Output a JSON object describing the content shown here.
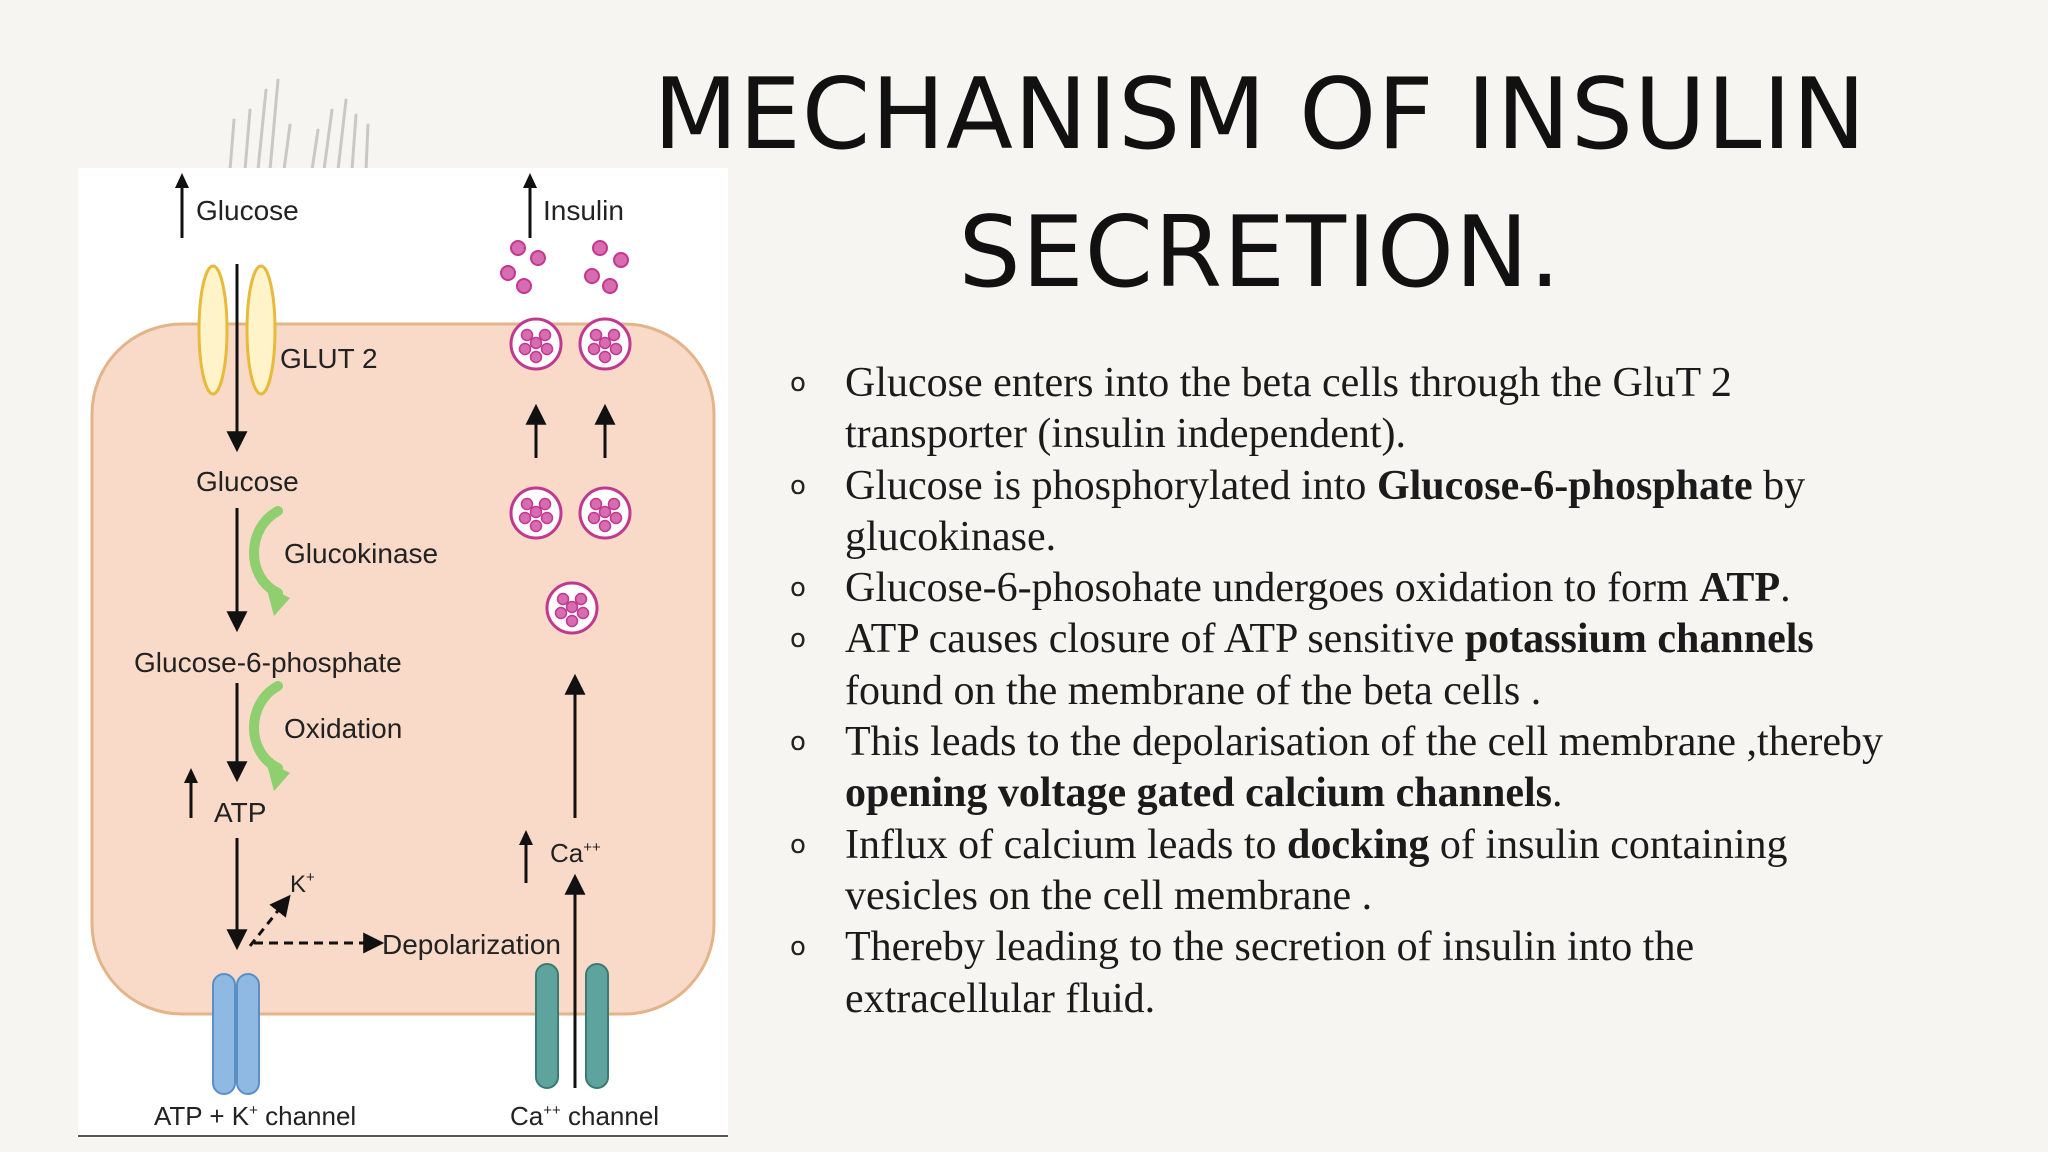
{
  "slide": {
    "title_line1": "MECHANISM OF INSULIN",
    "title_line2": "SECRETION."
  },
  "diagram": {
    "labels": {
      "glucose_top": "Glucose",
      "insulin_top": "Insulin",
      "glut2": "GLUT 2",
      "glucose_mid": "Glucose",
      "glucokinase": "Glucokinase",
      "g6p": "Glucose-6-phosphate",
      "oxidation": "Oxidation",
      "atp": "ATP",
      "k_ion": "K",
      "k_sup": "+",
      "depolarization": "Depolarization",
      "ca": "Ca",
      "ca_sup": "++",
      "atp_channel_a": "ATP + K",
      "atp_channel_sup": "+",
      "atp_channel_b": " channel",
      "ca_channel_a": "Ca",
      "ca_channel_sup": "++",
      "ca_channel_b": " channel"
    },
    "colors": {
      "cell_fill": "#f9dac9",
      "cell_stroke": "#e3b48a",
      "glut_fill": "#fff4c9",
      "glut_stroke": "#e8b93a",
      "enzyme_arrow": "#8fcf6f",
      "vesicle_stroke": "#c2378f",
      "vesicle_dot": "#d86cb0",
      "k_channel": "#8fb9e3",
      "ca_channel": "#5fa39e"
    }
  },
  "bullets": [
    {
      "segments": [
        {
          "text": "Glucose enters into the beta cells through the GluT 2 transporter (insulin independent).",
          "bold": false
        }
      ]
    },
    {
      "segments": [
        {
          "text": "Glucose is phosphorylated into ",
          "bold": false
        },
        {
          "text": "Glucose-6-phosphate",
          "bold": true
        },
        {
          "text": " by glucokinase.",
          "bold": false
        }
      ]
    },
    {
      "segments": [
        {
          "text": "Glucose-6-phosohate undergoes oxidation to form ",
          "bold": false
        },
        {
          "text": "ATP",
          "bold": true
        },
        {
          "text": ".",
          "bold": false
        }
      ]
    },
    {
      "segments": [
        {
          "text": "ATP causes closure of ATP sensitive ",
          "bold": false
        },
        {
          "text": "potassium channels",
          "bold": true
        },
        {
          "text": " found on the membrane of the beta cells .",
          "bold": false
        }
      ]
    },
    {
      "segments": [
        {
          "text": "This leads to the depolarisation of the cell membrane ,thereby ",
          "bold": false
        },
        {
          "text": "opening voltage gated calcium channels",
          "bold": true
        },
        {
          "text": ".",
          "bold": false
        }
      ]
    },
    {
      "segments": [
        {
          "text": "Influx of calcium leads to ",
          "bold": false
        },
        {
          "text": "docking",
          "bold": true
        },
        {
          "text": " of insulin containing vesicles on the cell membrane .",
          "bold": false
        }
      ]
    },
    {
      "segments": [
        {
          "text": "Thereby leading to the secretion of insulin into the extracellular fluid.",
          "bold": false
        }
      ]
    }
  ],
  "bullet_marker": "o"
}
